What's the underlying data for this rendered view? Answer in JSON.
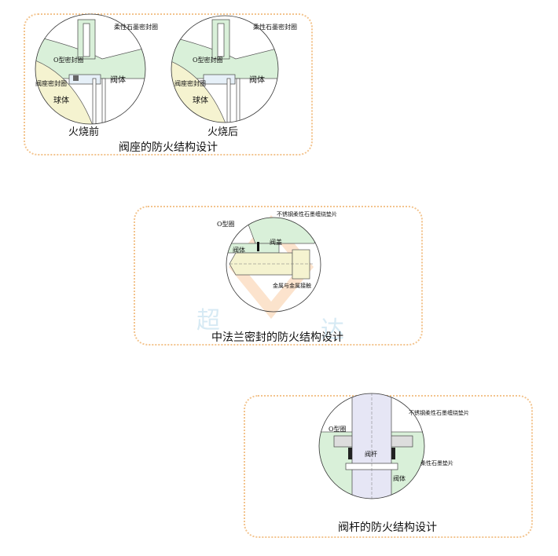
{
  "panels": [
    {
      "title": "阀座的防火结构设计",
      "before": {
        "caption": "火烧前",
        "labels": {
          "graphite_ring": "柔性石墨密封圈",
          "o_ring": "O型密封圈",
          "seat_seal": "阀座密封圈",
          "body": "阀体",
          "ball": "球体"
        }
      },
      "after": {
        "caption": "火烧后",
        "labels": {
          "graphite_ring": "柔性石墨密封圈",
          "o_ring": "O型密封圈",
          "seat_seal": "阀座密封圈",
          "body": "阀体",
          "ball": "球体"
        }
      }
    },
    {
      "title": "中法兰密封的防火结构设计",
      "labels": {
        "gasket": "不锈钢柔性石墨缠绕垫片",
        "o_ring": "O型圈",
        "bonnet": "阀盖",
        "body": "阀体",
        "metal_contact": "金属与金属接触"
      },
      "watermark": "超 达"
    },
    {
      "title": "阀杆的防火结构设计",
      "labels": {
        "gasket": "不锈钢柔性石墨缠绕垫片",
        "o_ring": "O型圈",
        "stem": "阀杆",
        "graphite_gasket": "柔性石墨垫片",
        "body": "阀体"
      }
    }
  ],
  "colors": {
    "border": "#f3c48e",
    "green": "#d9f0d9",
    "ball": "#f5f3d0",
    "stem": "#e6e6f5"
  }
}
